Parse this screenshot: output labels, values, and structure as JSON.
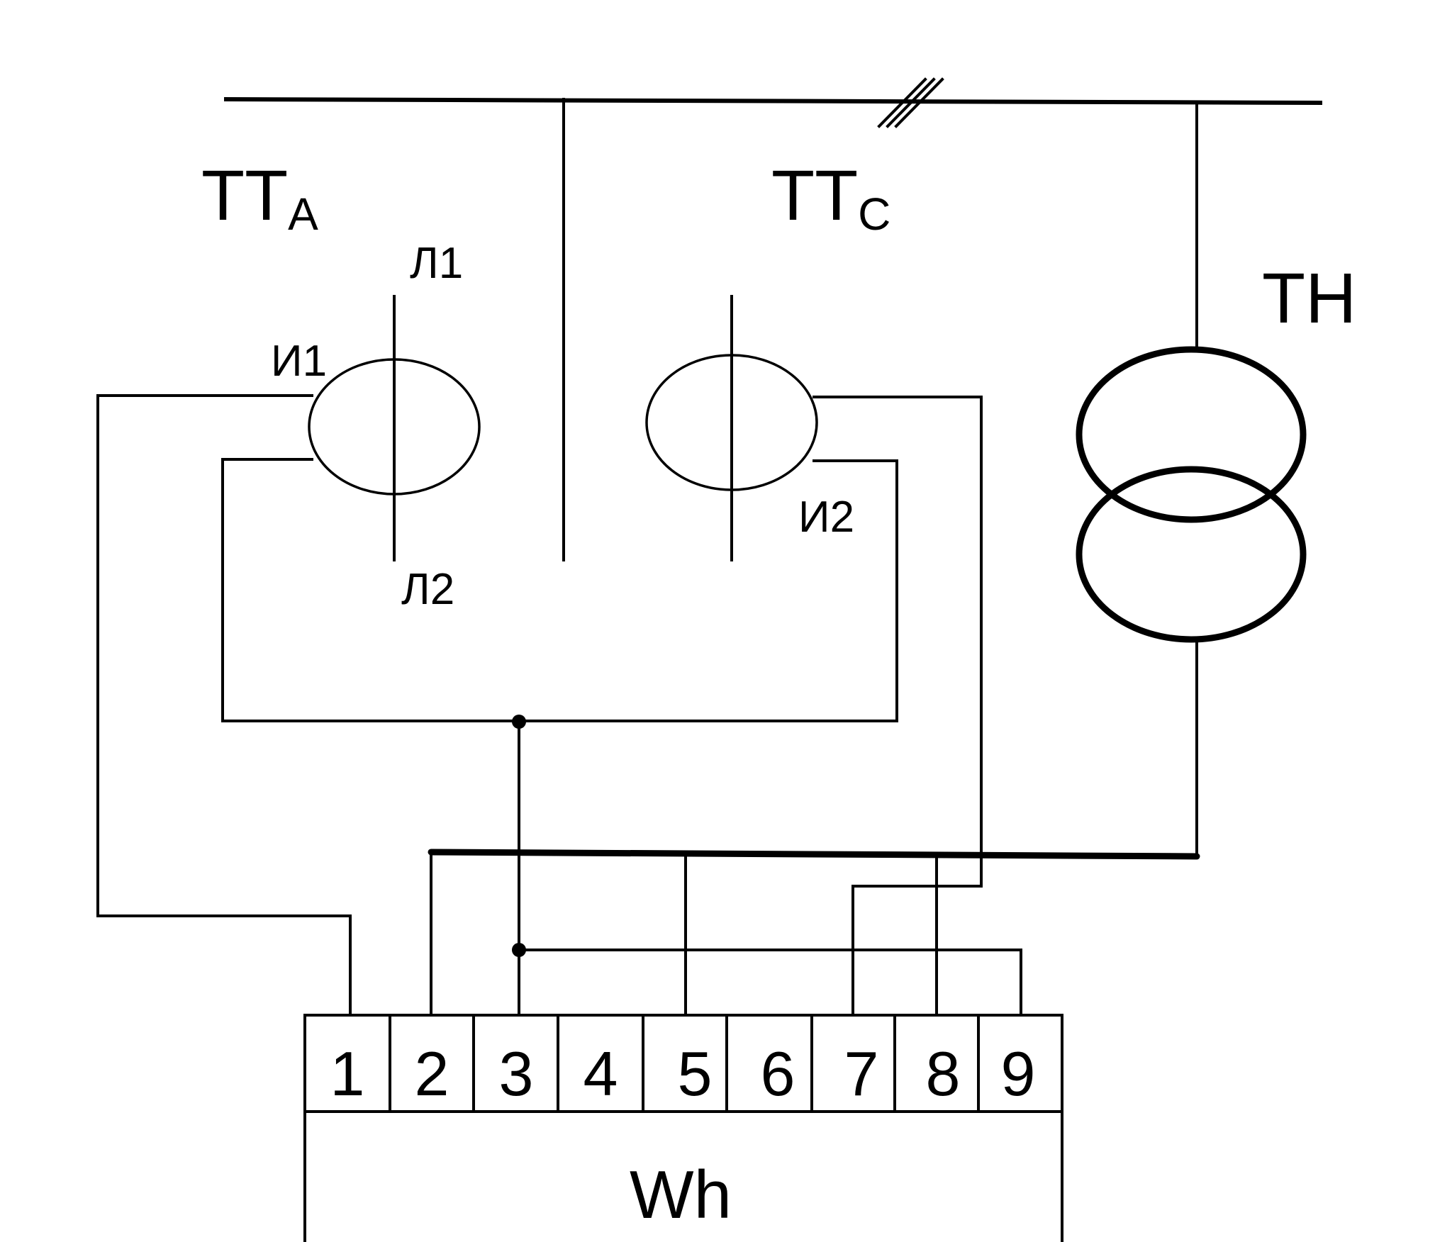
{
  "transformers": {
    "tta": {
      "main": "TT",
      "sub": "A"
    },
    "ttc": {
      "main": "TT",
      "sub": "C"
    },
    "tn": "TH"
  },
  "terminal_marks": {
    "l1": "Л1",
    "l2": "Л2",
    "i1": "И1",
    "i2": "И2"
  },
  "meter": {
    "label": "Wh",
    "terminals": [
      "1",
      "2",
      "3",
      "4",
      "5",
      "6",
      "7",
      "8",
      "9"
    ]
  }
}
